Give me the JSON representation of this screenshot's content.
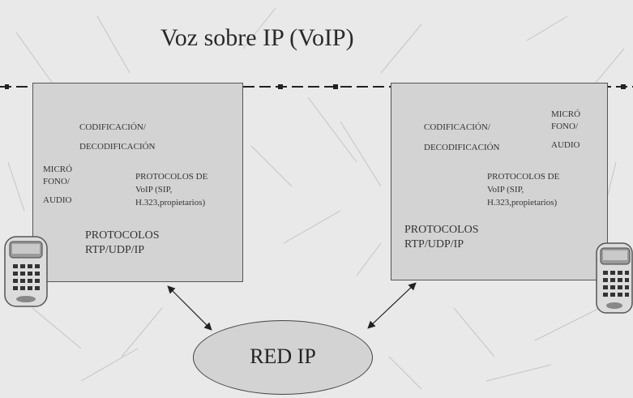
{
  "title": "Voz sobre IP (VoIP)",
  "left_endpoint": {
    "codec_line1": "CODIFICACIÓN/",
    "codec_line2": "DECODIFICACIÓN",
    "mic_line1": "MICRÓ",
    "mic_line2": "FONO/",
    "mic_line3": "AUDIO",
    "voip_line1": "PROTOCOLOS  DE",
    "voip_line2": "VoIP  (SIP,",
    "voip_line3": "H.323,propietarios)",
    "transport_line1": "PROTOCOLOS",
    "transport_line2": "RTP/UDP/IP"
  },
  "right_endpoint": {
    "codec_line1": "CODIFICACIÓN/",
    "codec_line2": "DECODIFICACIÓN",
    "mic_line1": "MICRÓ",
    "mic_line2": "FONO/",
    "mic_line3": "AUDIO",
    "voip_line1": "PROTOCOLOS  DE",
    "voip_line2": "VoIP  (SIP,",
    "voip_line3": "H.323,propietarios)",
    "transport_line1": "PROTOCOLOS",
    "transport_line2": "RTP/UDP/IP"
  },
  "network_label": "RED IP",
  "colors": {
    "background": "#e9e9e9",
    "box_fill": "#d3d3d3",
    "stroke": "#444444"
  }
}
